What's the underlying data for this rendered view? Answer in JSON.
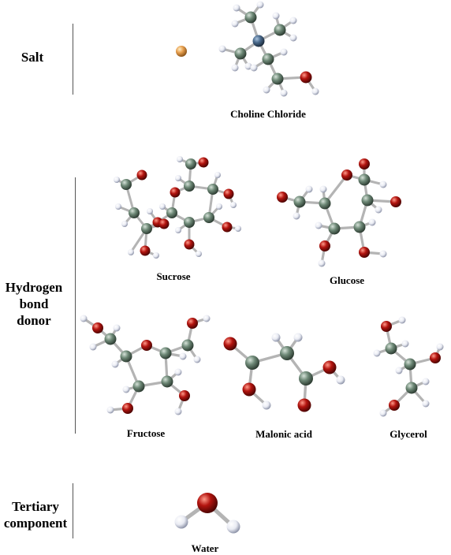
{
  "categories": {
    "salt": "Salt",
    "hbd_line1": "Hydrogen",
    "hbd_line2": "bond donor",
    "tertiary_line1": "Tertiary",
    "tertiary_line2": "component"
  },
  "molecules": {
    "choline_chloride": "Choline Chloride",
    "sucrose": "Sucrose",
    "glucose": "Glucose",
    "fructose": "Fructose",
    "malonic_acid": "Malonic acid",
    "glycerol": "Glycerol",
    "water": "Water"
  },
  "atom_colors": {
    "carbon": "#6f8a78",
    "oxygen": "#b3140f",
    "hydrogen": "#eef0f6",
    "nitrogen": "#4a6a8c",
    "chlorine": "#e8a050"
  }
}
